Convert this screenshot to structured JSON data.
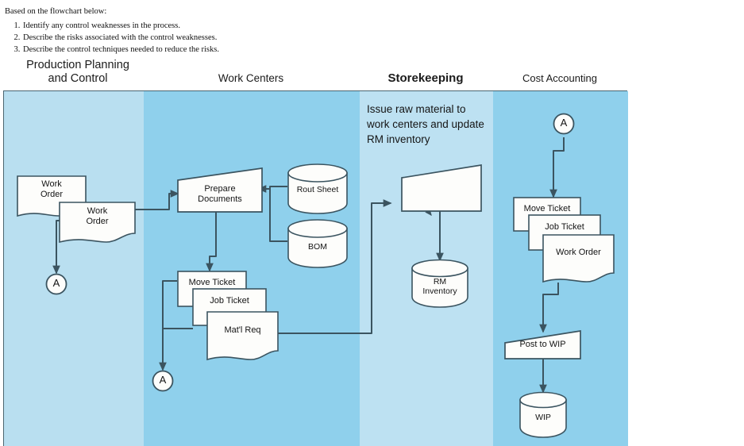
{
  "instructions": {
    "intro": "Based on the flowchart below:",
    "items": [
      "Identify any control weaknesses in the process.",
      "Describe the risks associated with the control weaknesses.",
      "Describe the control techniques needed to reduce the risks."
    ]
  },
  "columns": [
    {
      "id": "production-planning-and-control",
      "label": "Production Planning\nand Control",
      "line1": "Production Planning",
      "line2": "and Control",
      "band_color": "#b9dff0"
    },
    {
      "id": "work-centers",
      "label": "Work Centers",
      "band_color": "#8fd0ec"
    },
    {
      "id": "storekeeping",
      "label": "Storekeeping",
      "band_color": "#bde1f2"
    },
    {
      "id": "cost-accounting",
      "label": "Cost Accounting",
      "band_color": "#8fd0ec"
    }
  ],
  "annotation": {
    "text": "Issue raw material to work centers and update RM inventory"
  },
  "nodes": {
    "work_order_back": {
      "label": "Work Order",
      "line1": "Work",
      "line2": "Order",
      "shape": "document"
    },
    "work_order_front": {
      "label": "Work Order",
      "line1": "Work",
      "line2": "Order",
      "shape": "document"
    },
    "connector_a_ppc": {
      "label": "A",
      "shape": "connector"
    },
    "prepare_documents": {
      "label": "Prepare Documents",
      "line1": "Prepare",
      "line2": "Documents",
      "shape": "manual-operation"
    },
    "rout_sheet": {
      "label": "Rout Sheet",
      "shape": "database"
    },
    "bom": {
      "label": "BOM",
      "shape": "database"
    },
    "move_ticket_wc": {
      "label": "Move Ticket",
      "shape": "document"
    },
    "job_ticket_wc": {
      "label": "Job Ticket",
      "shape": "document"
    },
    "matl_req_wc": {
      "label": "Mat'l Req",
      "shape": "document"
    },
    "connector_a_wc": {
      "label": "A",
      "shape": "connector"
    },
    "issue_raw_material": {
      "label": "",
      "shape": "manual-operation"
    },
    "rm_inventory": {
      "label": "RM Inventory",
      "line1": "RM",
      "line2": "Inventory",
      "shape": "database"
    },
    "connector_a_ca": {
      "label": "A",
      "shape": "connector"
    },
    "move_ticket_ca": {
      "label": "Move Ticket",
      "shape": "document"
    },
    "job_ticket_ca": {
      "label": "Job Ticket",
      "shape": "document"
    },
    "work_order_ca": {
      "label": "Work Order",
      "shape": "document"
    },
    "post_to_wip": {
      "label": "Post to WIP",
      "shape": "manual-operation"
    },
    "wip": {
      "label": "WIP",
      "shape": "database"
    }
  },
  "colors": {
    "band_light": "#b9dff0",
    "band_dark": "#8fd0ec",
    "shape_fill": "#fdfdfb",
    "line": "#3b5460",
    "border": "#4a6570",
    "text": "#141414"
  }
}
